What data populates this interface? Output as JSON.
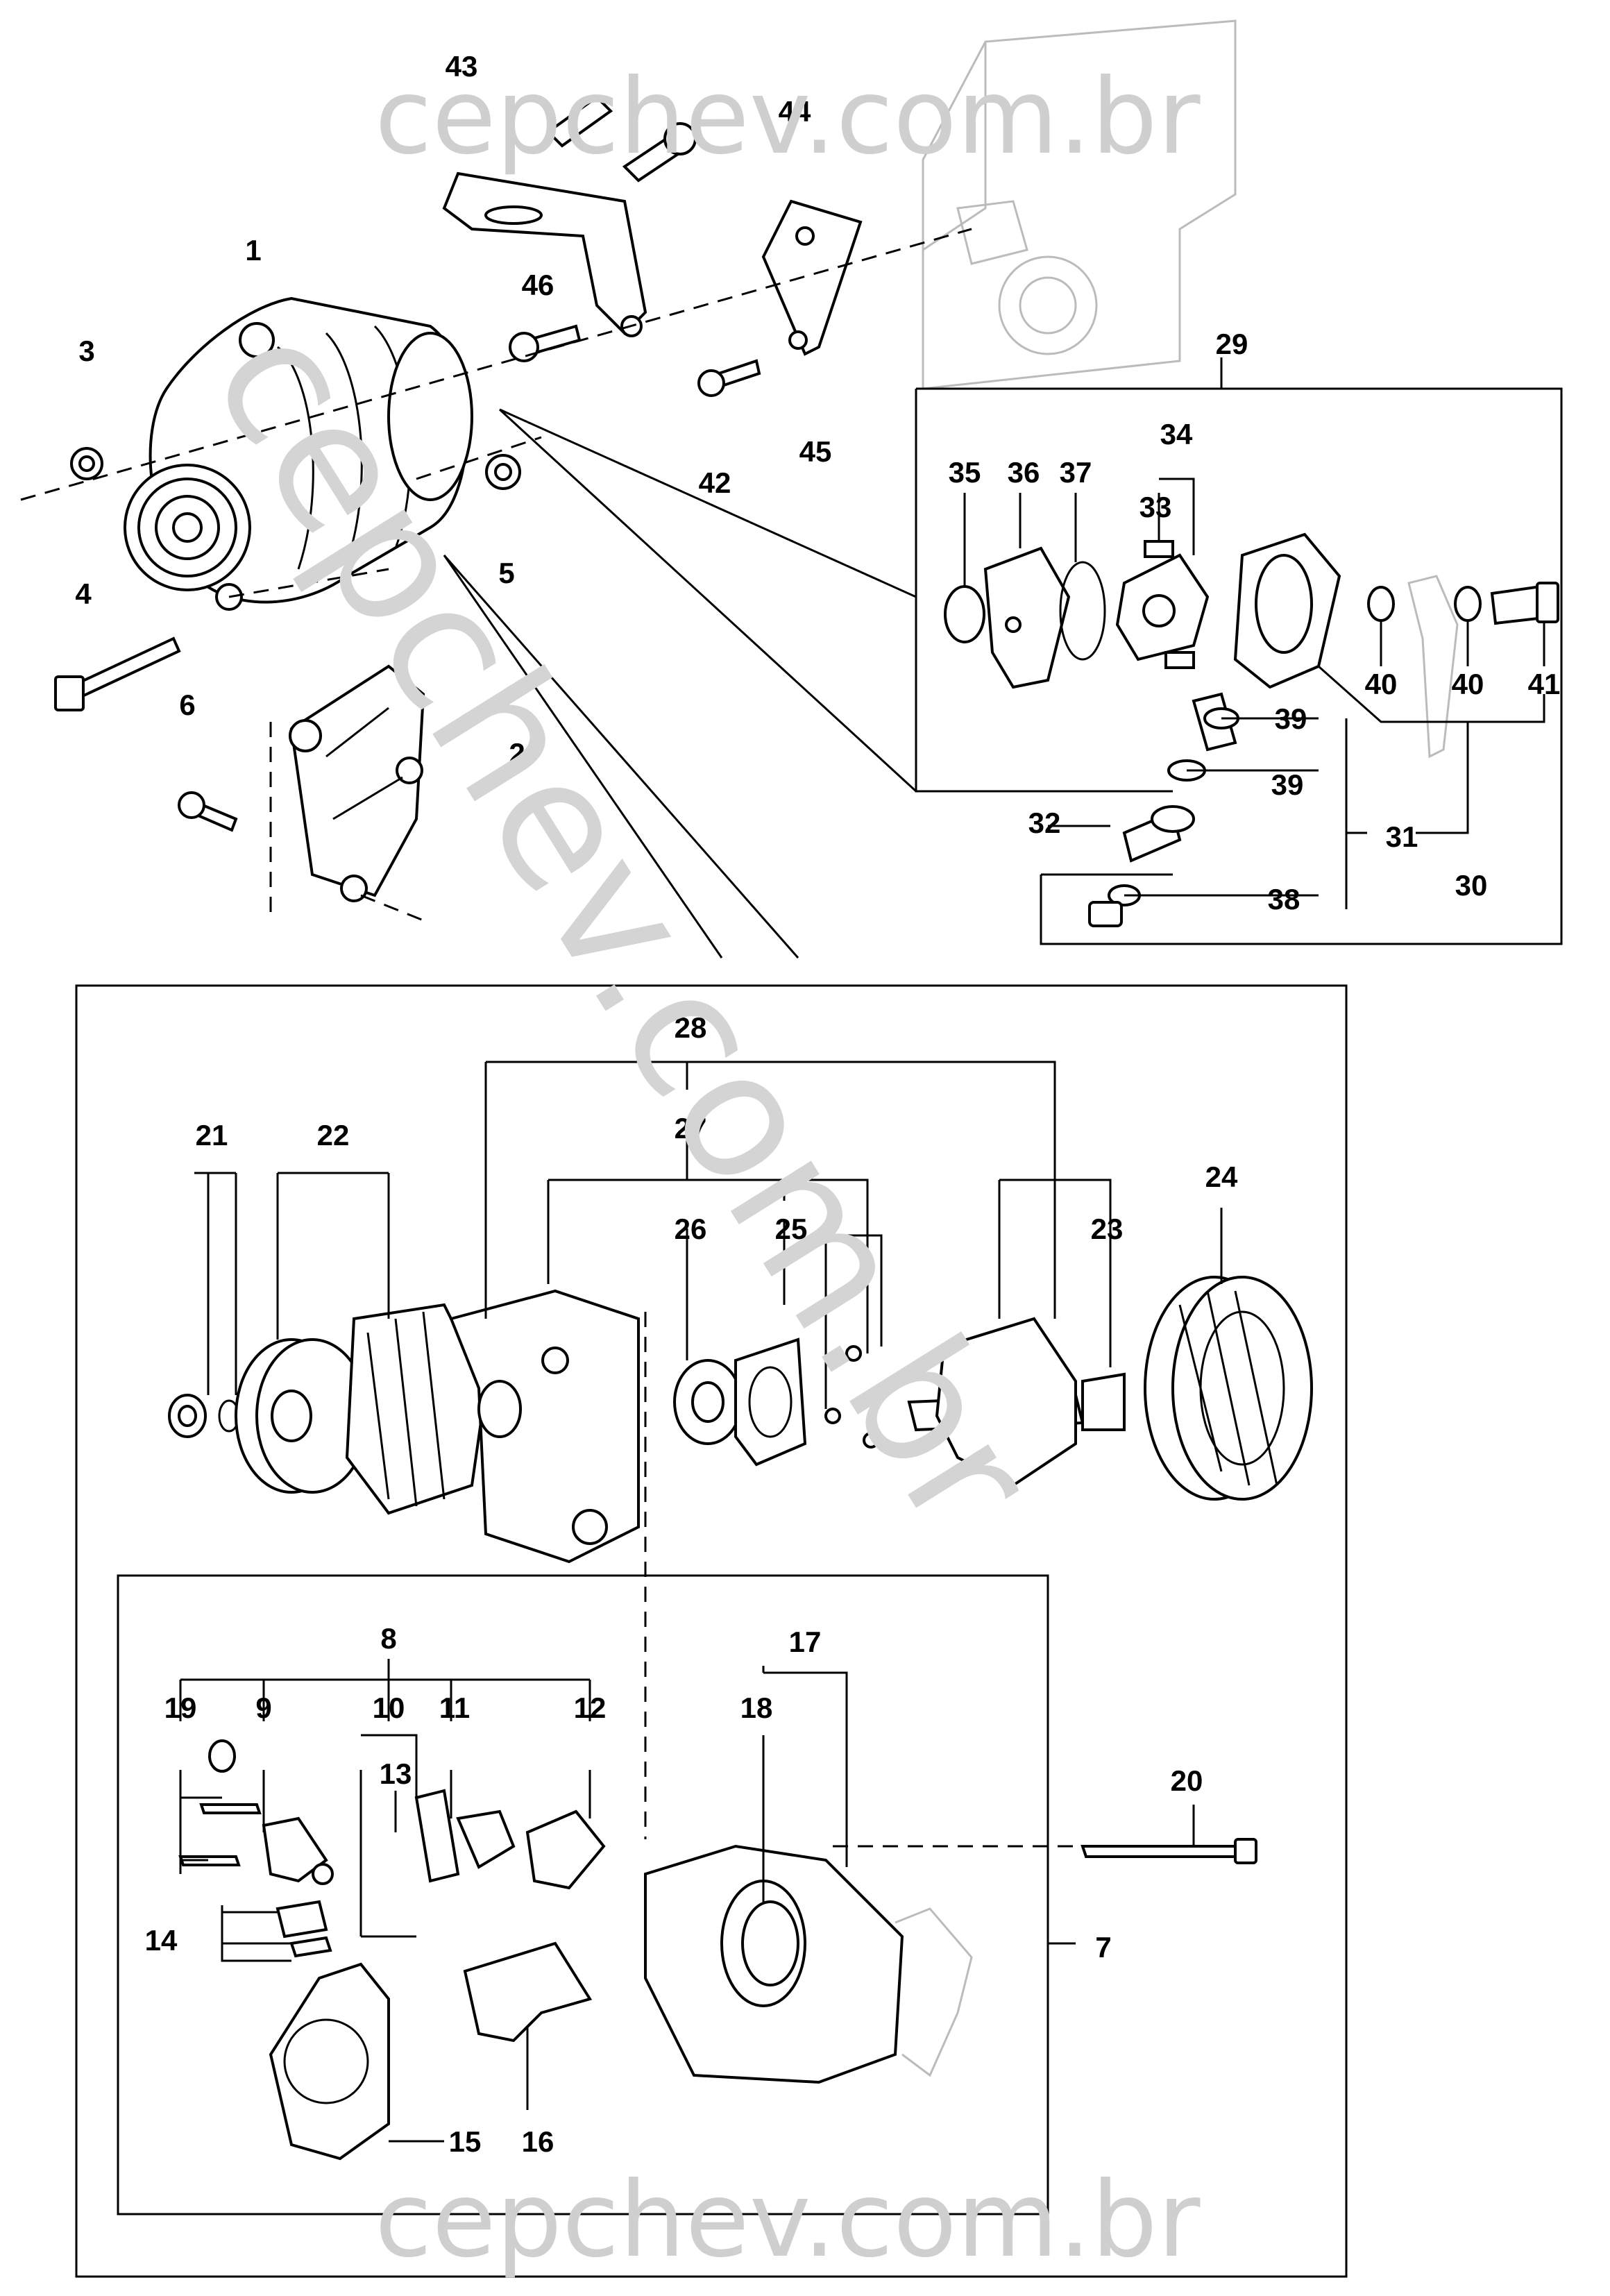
{
  "watermark": {
    "top": "cepchev.com.br",
    "bottom": "cepchev.com.br",
    "diagonal": "cepchev.com.br"
  },
  "callouts": [
    {
      "id": "c1",
      "text": "1"
    },
    {
      "id": "c2",
      "text": "2"
    },
    {
      "id": "c3",
      "text": "3"
    },
    {
      "id": "c4",
      "text": "4"
    },
    {
      "id": "c5",
      "text": "5"
    },
    {
      "id": "c6",
      "text": "6"
    },
    {
      "id": "c7",
      "text": "7"
    },
    {
      "id": "c8",
      "text": "8"
    },
    {
      "id": "c9",
      "text": "9"
    },
    {
      "id": "c10",
      "text": "10"
    },
    {
      "id": "c11",
      "text": "11"
    },
    {
      "id": "c12",
      "text": "12"
    },
    {
      "id": "c13",
      "text": "13"
    },
    {
      "id": "c14",
      "text": "14"
    },
    {
      "id": "c15",
      "text": "15"
    },
    {
      "id": "c16",
      "text": "16"
    },
    {
      "id": "c17",
      "text": "17"
    },
    {
      "id": "c18",
      "text": "18"
    },
    {
      "id": "c19",
      "text": "19"
    },
    {
      "id": "c20",
      "text": "20"
    },
    {
      "id": "c21",
      "text": "21"
    },
    {
      "id": "c22",
      "text": "22"
    },
    {
      "id": "c23",
      "text": "23"
    },
    {
      "id": "c24",
      "text": "24"
    },
    {
      "id": "c25",
      "text": "25"
    },
    {
      "id": "c26",
      "text": "26"
    },
    {
      "id": "c27",
      "text": "27"
    },
    {
      "id": "c28",
      "text": "28"
    },
    {
      "id": "c29",
      "text": "29"
    },
    {
      "id": "c30",
      "text": "30"
    },
    {
      "id": "c31",
      "text": "31"
    },
    {
      "id": "c32",
      "text": "32"
    },
    {
      "id": "c33",
      "text": "33"
    },
    {
      "id": "c34",
      "text": "34"
    },
    {
      "id": "c35",
      "text": "35"
    },
    {
      "id": "c36",
      "text": "36"
    },
    {
      "id": "c37",
      "text": "37"
    },
    {
      "id": "c38",
      "text": "38"
    },
    {
      "id": "c39a",
      "text": "39"
    },
    {
      "id": "c39b",
      "text": "39"
    },
    {
      "id": "c40a",
      "text": "40"
    },
    {
      "id": "c40b",
      "text": "40"
    },
    {
      "id": "c41",
      "text": "41"
    },
    {
      "id": "c42",
      "text": "42"
    },
    {
      "id": "c43",
      "text": "43"
    },
    {
      "id": "c44",
      "text": "44"
    },
    {
      "id": "c45",
      "text": "45"
    },
    {
      "id": "c46",
      "text": "46"
    }
  ],
  "colors": {
    "line": "#000000",
    "watermark": "#cfcfcf",
    "ghost": "#bbbbbb",
    "background": "#ffffff"
  }
}
